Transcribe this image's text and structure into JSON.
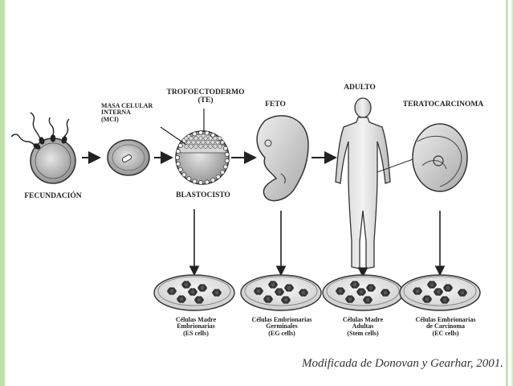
{
  "stages": {
    "fecundacion": "FECUNDACIÓN",
    "masa_celular": "MASA CELULAR\nINTERNA\n(MCI)",
    "trofoectodermo": "TROFOECTODERMO\n(TE)",
    "blastocisto": "BLASTOCISTO",
    "feto": "FETO",
    "adulto": "ADULTO",
    "teratocarcinoma": "TERATOCARCINOMA"
  },
  "cultures": [
    {
      "label": "Células Madre\nEmbrionarias\n(ES cells)"
    },
    {
      "label": "Células Embrionarias\nGerminales\n(EG cells)"
    },
    {
      "label": "Células Madre\nAdultas\n(Stem cells)"
    },
    {
      "label": "Células Embrionarias\nde Carcinoma\n(EC cells)"
    }
  ],
  "credit": "Modificada de Donovan y Gearhar, 2001.",
  "colors": {
    "frame": "#bfe0a8",
    "ink": "#222222",
    "cell_fill": "#b9b9b9"
  }
}
